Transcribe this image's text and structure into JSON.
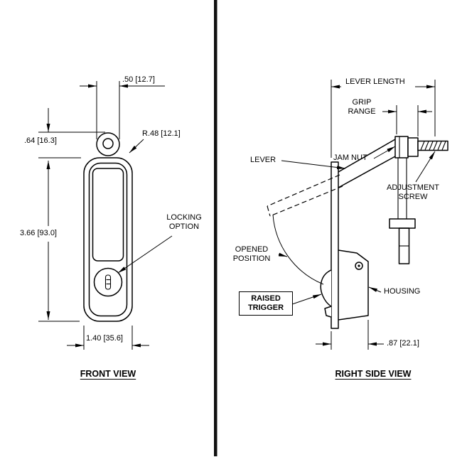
{
  "front_view": {
    "title": "FRONT VIEW",
    "dim_tab_width": ".50 [12.7]",
    "dim_tab_height": ".64 [16.3]",
    "dim_radius": "R.48 [12.1]",
    "dim_body_height": "3.66 [93.0]",
    "dim_body_width": "1.40 [35.6]",
    "label_locking_option": "LOCKING OPTION"
  },
  "side_view": {
    "title": "RIGHT SIDE VIEW",
    "dim_lever_length": "LEVER LENGTH",
    "dim_grip_range": "GRIP RANGE",
    "dim_depth": ".87 [22.1]",
    "label_lever": "LEVER",
    "label_jam_nut": "JAM NUT",
    "label_adjustment_screw": "ADJUSTMENT SCREW",
    "label_opened_position": "OPENED POSITION",
    "label_raised_trigger": "RAISED TRIGGER",
    "label_housing": "HOUSING"
  },
  "colors": {
    "line": "#000000",
    "background": "#ffffff"
  }
}
